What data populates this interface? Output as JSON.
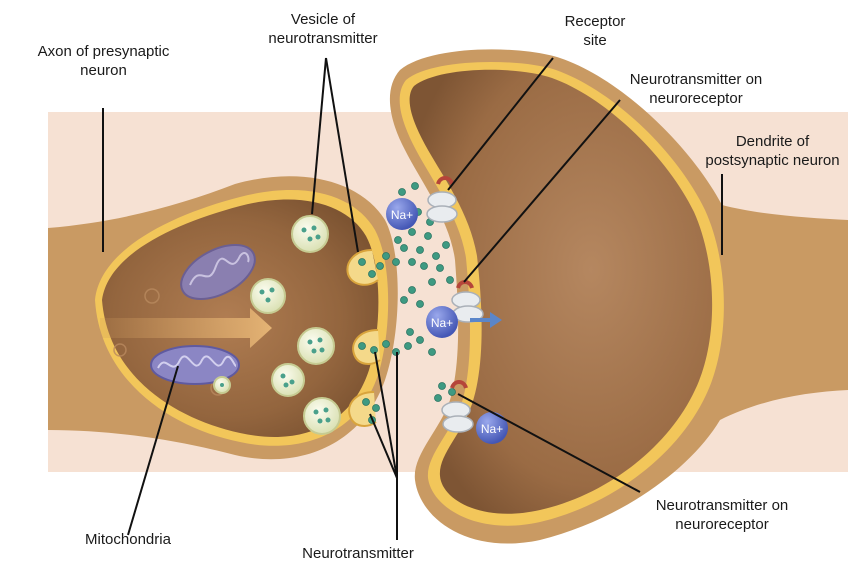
{
  "labels": {
    "axon": {
      "line1": "Axon of presynaptic",
      "line2": "neuron"
    },
    "vesicle": {
      "line1": "Vesicle of",
      "line2": "neurotransmitter"
    },
    "receptor_site": {
      "line1": "Receptor",
      "line2": "site"
    },
    "nt_on_receptor_top": {
      "line1": "Neurotransmitter on",
      "line2": "neuroreceptor"
    },
    "dendrite": {
      "line1": "Dendrite of",
      "line2": "postsynaptic neuron"
    },
    "mitochondria": {
      "line1": "Mitochondria"
    },
    "neurotransmitter": {
      "line1": "Neurotransmitter"
    },
    "nt_on_receptor_bottom": {
      "line1": "Neurotransmitter on",
      "line2": "neuroreceptor"
    }
  },
  "ions": [
    "Na+",
    "Na+",
    "Na+"
  ],
  "colors": {
    "tissue": "#c99a63",
    "membrane": "#f2c65a",
    "cytoplasm": "#9b6d44",
    "vesicle": "#eef2d8",
    "neurotransmitter": "#3e9a82",
    "ion": "#5b6fc9",
    "receptor": "#e9ecef",
    "background": "#f6e1d3"
  }
}
